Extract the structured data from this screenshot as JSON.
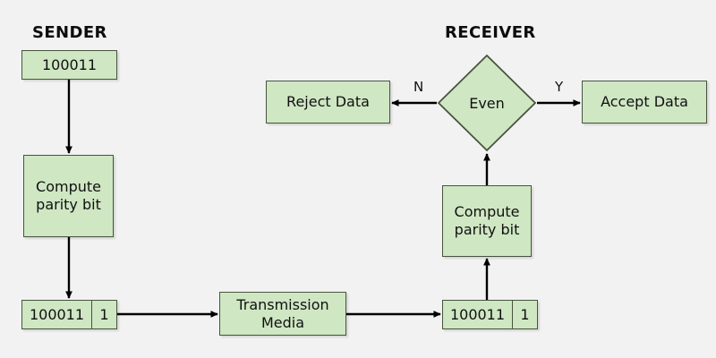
{
  "diagram": {
    "title_sender": "SENDER",
    "title_receiver": "RECEIVER",
    "colors": {
      "background": "#f2f2f2",
      "node_fill": "#cfe7c3",
      "node_border": "#47543f",
      "text": "#111111",
      "arrow": "#000000"
    }
  },
  "sender": {
    "data_block": {
      "value": "100011"
    },
    "compute": {
      "line1": "Compute",
      "line2": "parity bit"
    },
    "frame": {
      "data": "100011",
      "parity": "1"
    }
  },
  "channel": {
    "media": {
      "line1": "Transmission",
      "line2": "Media"
    }
  },
  "receiver": {
    "frame": {
      "data": "100011",
      "parity": "1"
    },
    "compute": {
      "line1": "Compute",
      "line2": "parity bit"
    },
    "decision": {
      "label": "Even",
      "no_label": "N",
      "yes_label": "Y"
    },
    "reject": {
      "label": "Reject Data"
    },
    "accept": {
      "label": "Accept Data"
    }
  }
}
